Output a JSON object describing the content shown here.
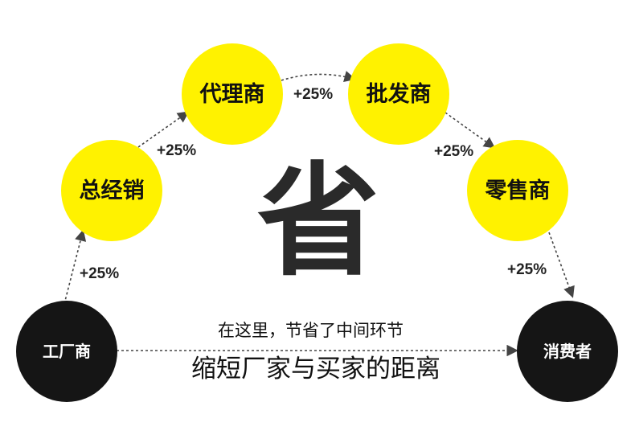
{
  "nodes": {
    "factory": "工厂商",
    "general_distributor": "总经销",
    "agent": "代理商",
    "wholesaler": "批发商",
    "retailer": "零售商",
    "consumer": "消费者"
  },
  "markups": {
    "factory_to_general": "+25%",
    "general_to_agent": "+25%",
    "agent_to_wholesaler": "+25%",
    "wholesaler_to_retailer": "+25%",
    "retailer_to_consumer": "+25%"
  },
  "center_char": "省",
  "captions": {
    "line1": "在这里，节省了中间环节",
    "line2": "缩短厂家与买家的距离"
  },
  "colors": {
    "node_yellow": "#fff200",
    "node_black": "#151515",
    "arrow": "#444444"
  }
}
